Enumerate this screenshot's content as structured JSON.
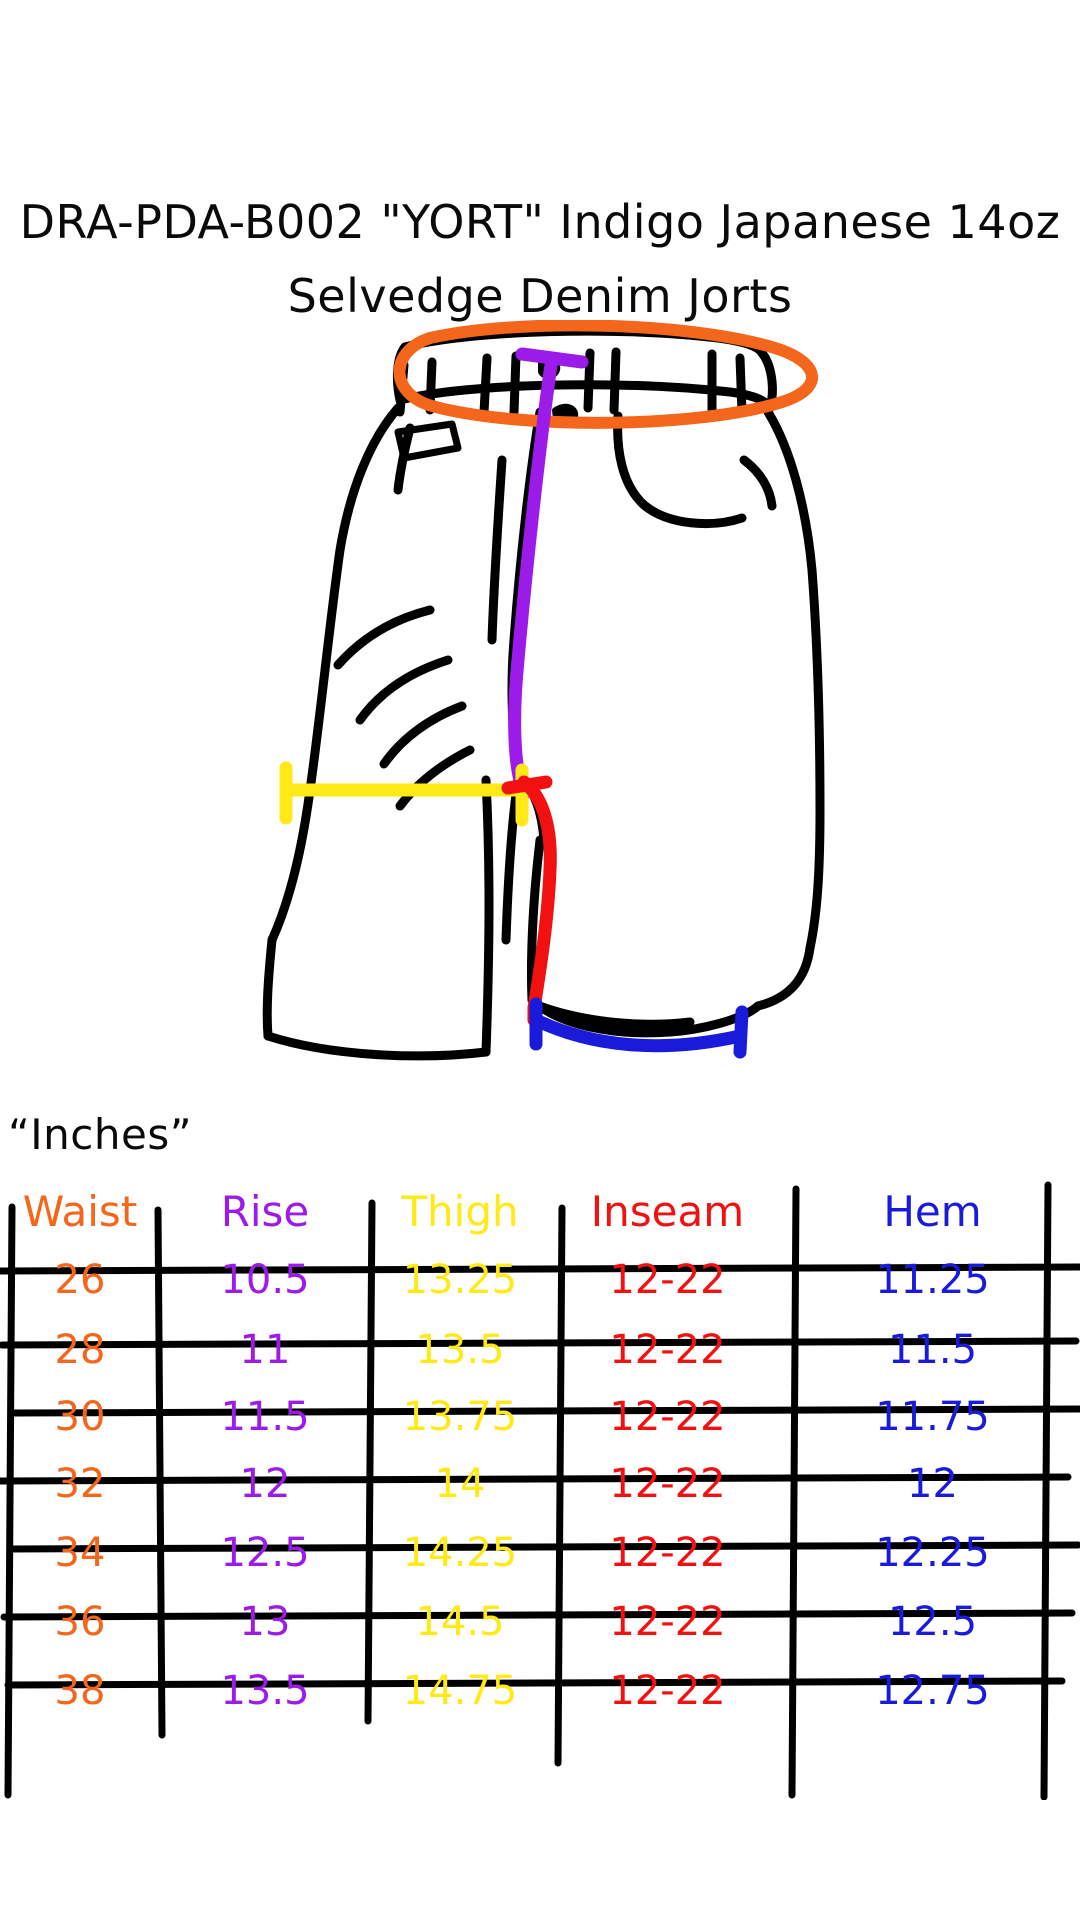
{
  "title": {
    "line1": "DRA-PDA-B002 \"YORT\" Indigo Japanese 14oz",
    "line2": "Selvedge Denim Jorts"
  },
  "units_label": "“Inches”",
  "colors": {
    "waist": "#F4661B",
    "rise": "#9B1BE8",
    "thigh": "#FFE916",
    "inseam": "#F21111",
    "hem": "#1A1ADB",
    "outline": "#000000",
    "background": "#FFFFFF"
  },
  "illustration": {
    "name": "hand-drawn-denim-jorts-sketch",
    "measurement_overlays": [
      {
        "name": "waist-measurement-loop",
        "color": "#F4661B",
        "measures": "Waist"
      },
      {
        "name": "rise-measurement-line",
        "color": "#9B1BE8",
        "measures": "Rise"
      },
      {
        "name": "thigh-measurement-line",
        "color": "#FFE916",
        "measures": "Thigh"
      },
      {
        "name": "inseam-measurement-line",
        "color": "#F21111",
        "measures": "Inseam"
      },
      {
        "name": "hem-measurement-line",
        "color": "#1A1ADB",
        "measures": "Hem"
      }
    ]
  },
  "chart_data": {
    "type": "table",
    "title": "DRA-PDA-B002 \"YORT\" Indigo Japanese 14oz Selvedge Denim Jorts",
    "units": "Inches",
    "columns": [
      "Waist",
      "Rise",
      "Thigh",
      "Inseam",
      "Hem"
    ],
    "column_colors": [
      "#F4661B",
      "#9B1BE8",
      "#FFE916",
      "#F21111",
      "#1A1ADB"
    ],
    "rows": [
      [
        "26",
        "10.5",
        "13.25",
        "12-22",
        "11.25"
      ],
      [
        "28",
        "11",
        "13.5",
        "12-22",
        "11.5"
      ],
      [
        "30",
        "11.5",
        "13.75",
        "12-22",
        "11.75"
      ],
      [
        "32",
        "12",
        "14",
        "12-22",
        "12"
      ],
      [
        "34",
        "12.5",
        "14.25",
        "12-22",
        "12.25"
      ],
      [
        "36",
        "13",
        "14.5",
        "12-22",
        "12.5"
      ],
      [
        "38",
        "13.5",
        "14.75",
        "12-22",
        "12.75"
      ]
    ]
  },
  "table": {
    "headers": {
      "waist": "Waist",
      "rise": "Rise",
      "thigh": "Thigh",
      "inseam": "Inseam",
      "hem": "Hem"
    },
    "rows": [
      {
        "waist": "26",
        "rise": "10.5",
        "thigh": "13.25",
        "inseam": "12-22",
        "hem": "11.25"
      },
      {
        "waist": "28",
        "rise": "11",
        "thigh": "13.5",
        "inseam": "12-22",
        "hem": "11.5"
      },
      {
        "waist": "30",
        "rise": "11.5",
        "thigh": "13.75",
        "inseam": "12-22",
        "hem": "11.75"
      },
      {
        "waist": "32",
        "rise": "12",
        "thigh": "14",
        "inseam": "12-22",
        "hem": "12"
      },
      {
        "waist": "34",
        "rise": "12.5",
        "thigh": "14.25",
        "inseam": "12-22",
        "hem": "12.25"
      },
      {
        "waist": "36",
        "rise": "13",
        "thigh": "14.5",
        "inseam": "12-22",
        "hem": "12.5"
      },
      {
        "waist": "38",
        "rise": "13.5",
        "thigh": "14.75",
        "inseam": "12-22",
        "hem": "12.75"
      }
    ]
  }
}
